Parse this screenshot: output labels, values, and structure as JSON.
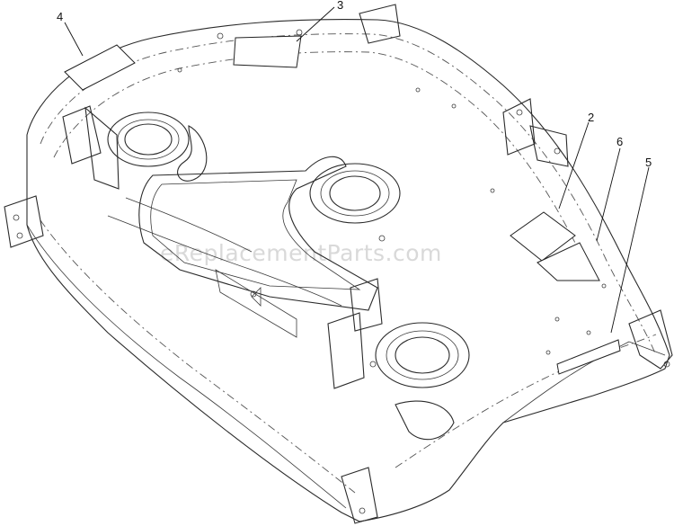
{
  "watermark": "eReplacementParts.com",
  "callouts": [
    {
      "id": "1",
      "label": "4"
    },
    {
      "id": "2",
      "label": "3"
    },
    {
      "id": "3",
      "label": "2"
    },
    {
      "id": "4",
      "label": "6"
    },
    {
      "id": "5",
      "label": "5"
    }
  ]
}
